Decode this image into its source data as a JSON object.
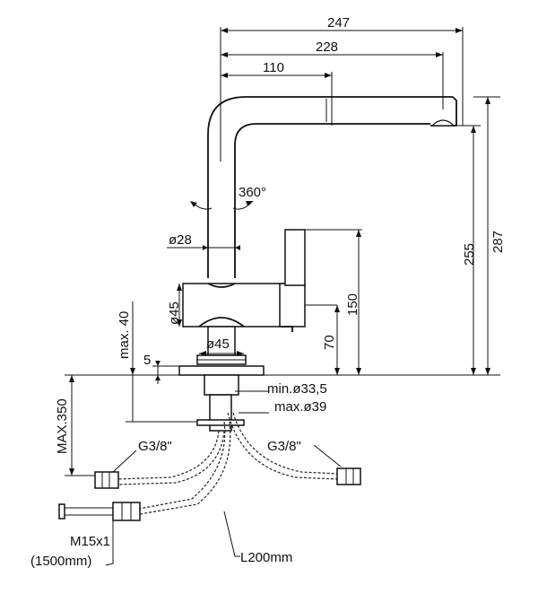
{
  "dimensions": {
    "width_247": "247",
    "width_228": "228",
    "width_110": "110",
    "rotation": "360°",
    "diameter_28": "ø28",
    "diameter_45_body": "ø45",
    "diameter_45_base": "ø45",
    "height_255": "255",
    "height_287": "287",
    "height_150": "150",
    "height_70": "70",
    "max_40": "max. 40",
    "value_5": "5",
    "min_hole": "min.ø33,5",
    "max_hole": "max.ø39",
    "max_350": "MAX.350"
  },
  "connections": {
    "left_thread": "G3/8\"",
    "right_thread": "G3/8\"",
    "main_thread": "M15x1",
    "main_length": "(1500mm)",
    "hose_length": "L200mm"
  }
}
